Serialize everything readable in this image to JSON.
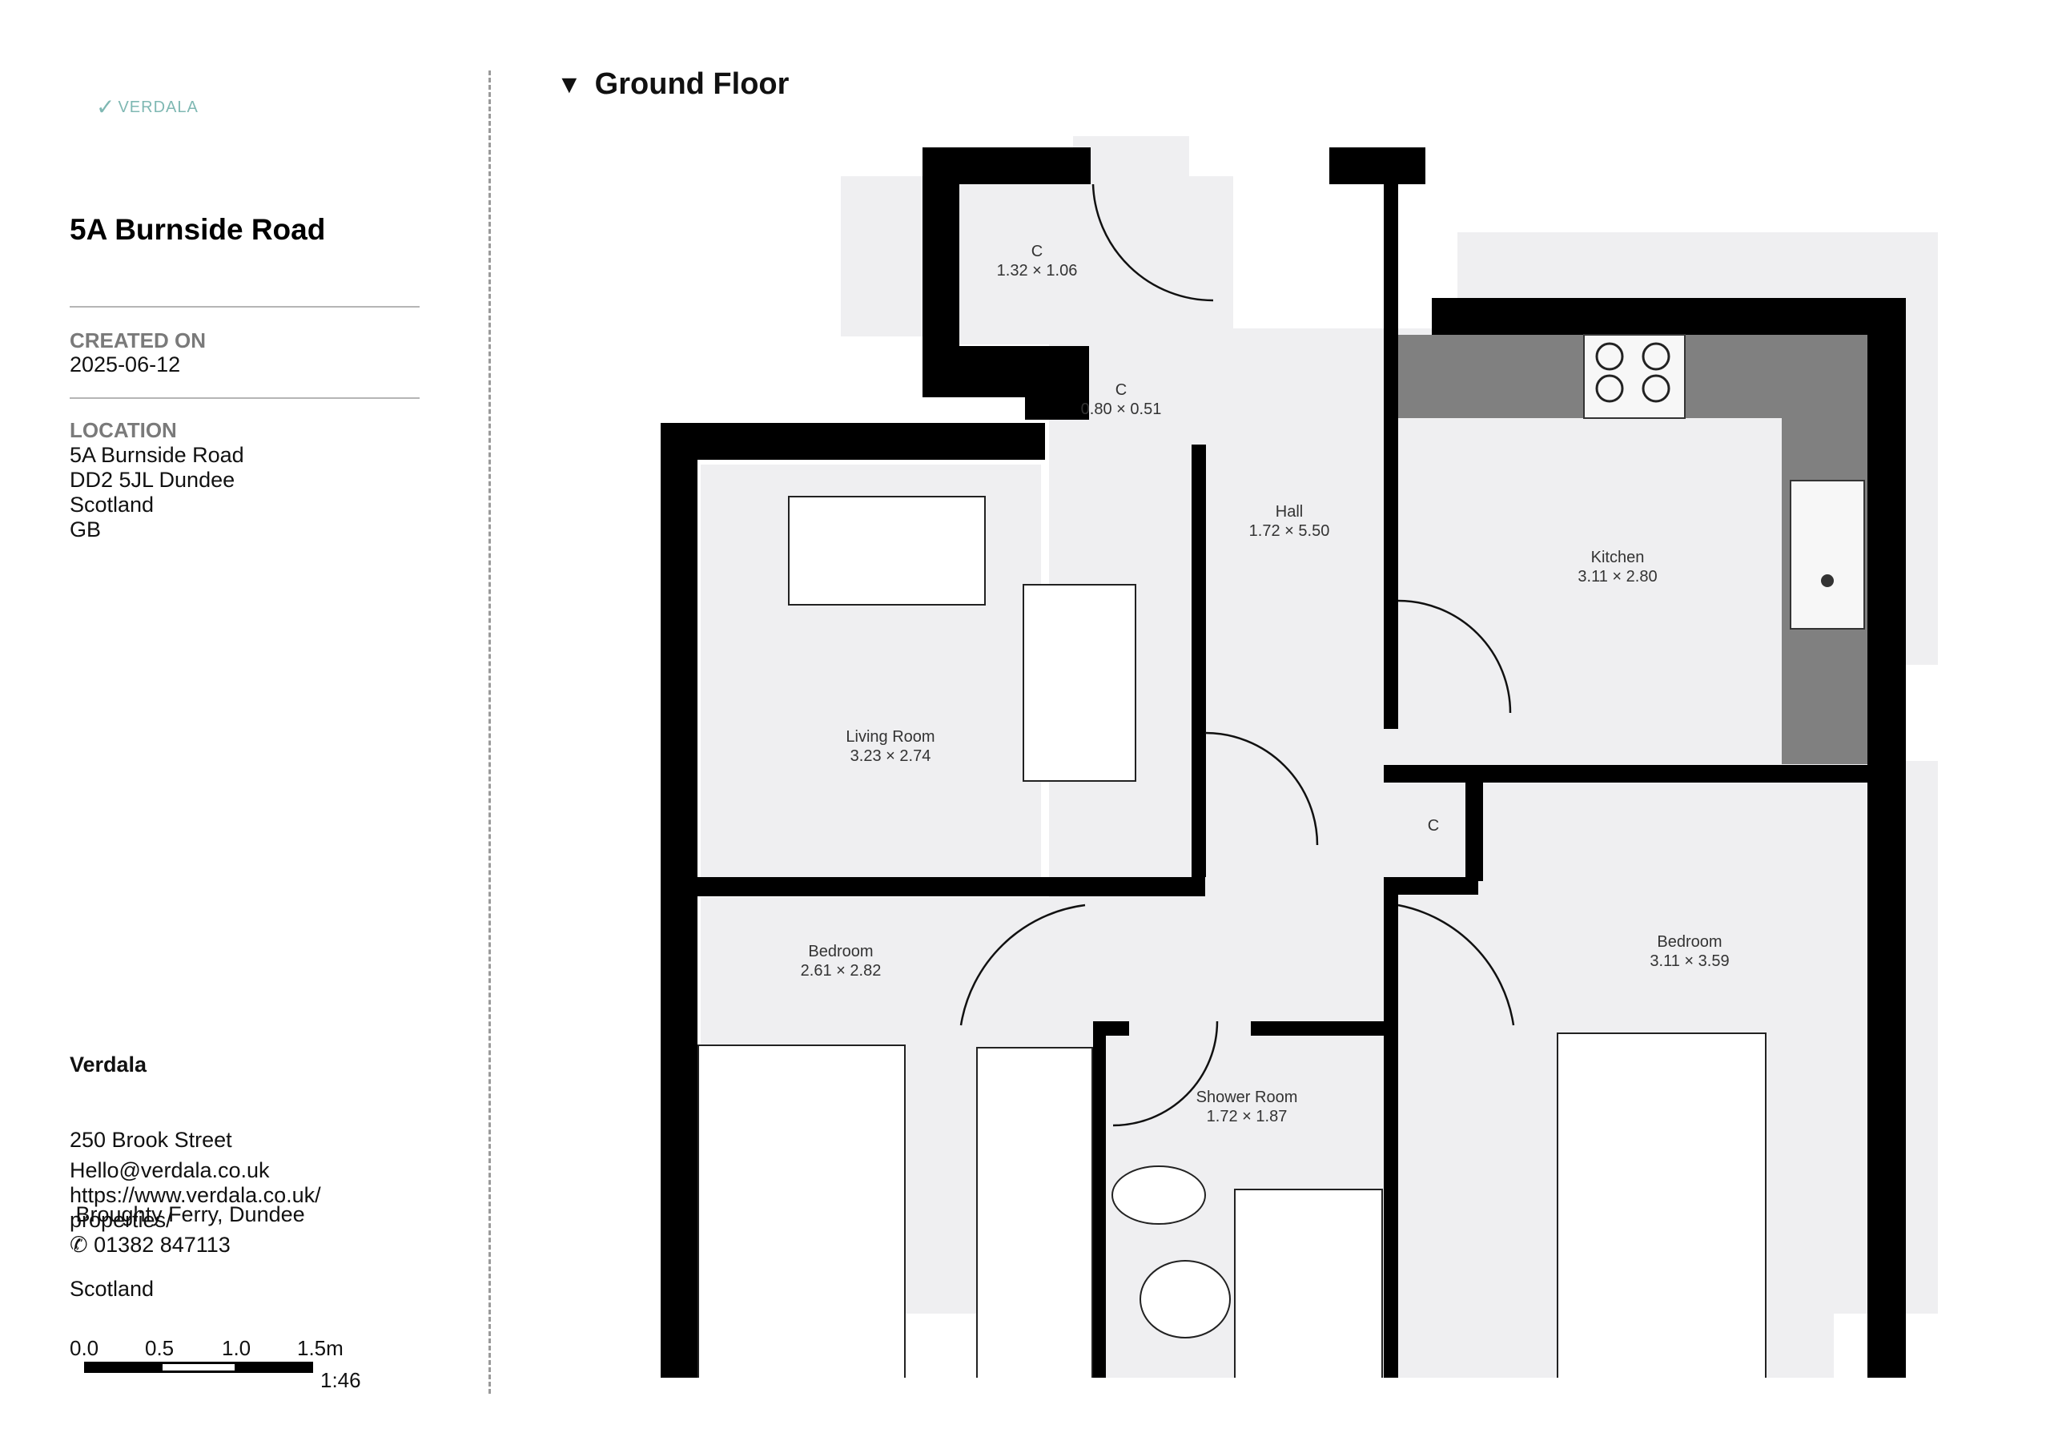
{
  "brand": {
    "logo_text": "VERDALA",
    "accent": "#7fb8b3"
  },
  "property": {
    "title": "5A Burnside Road",
    "created_label": "CREATED ON",
    "created_value": "2025-06-12",
    "location_label": "LOCATION",
    "location_lines": [
      "5A Burnside Road",
      "DD2 5JL Dundee",
      "Scotland",
      "GB"
    ]
  },
  "agency": {
    "name": "Verdala",
    "address_lines": [
      "250 Brook Street",
      " Broughty Ferry, Dundee",
      "Scotland"
    ],
    "email": "Hello@verdala.co.uk",
    "website_lines": [
      "https://www.verdala.co.uk/",
      "properties/"
    ],
    "phone": "01382 847113"
  },
  "scale": {
    "ticks": [
      "0.0",
      "0.5",
      "1.0",
      "1.5m"
    ],
    "ratio": "1:46"
  },
  "floor": {
    "name": "Ground Floor",
    "rooms": [
      {
        "id": "cupboard-1",
        "name": "C",
        "size": "1.32 × 1.06"
      },
      {
        "id": "cupboard-2",
        "name": "C",
        "size": "0.80 × 0.51"
      },
      {
        "id": "hall",
        "name": "Hall",
        "size": "1.72 × 5.50"
      },
      {
        "id": "kitchen",
        "name": "Kitchen",
        "size": "3.11 × 2.80"
      },
      {
        "id": "living-room",
        "name": "Living Room",
        "size": "3.23 × 2.74"
      },
      {
        "id": "cupboard-3",
        "name": "C",
        "size": ""
      },
      {
        "id": "bedroom-1",
        "name": "Bedroom",
        "size": "2.61 × 2.82"
      },
      {
        "id": "bedroom-2",
        "name": "Bedroom",
        "size": "3.11 × 3.59"
      },
      {
        "id": "shower-room",
        "name": "Shower Room",
        "size": "1.72 × 1.87"
      }
    ],
    "colors": {
      "wall": "#000000",
      "floor": "#efeff1",
      "worktop": "#808080"
    }
  }
}
